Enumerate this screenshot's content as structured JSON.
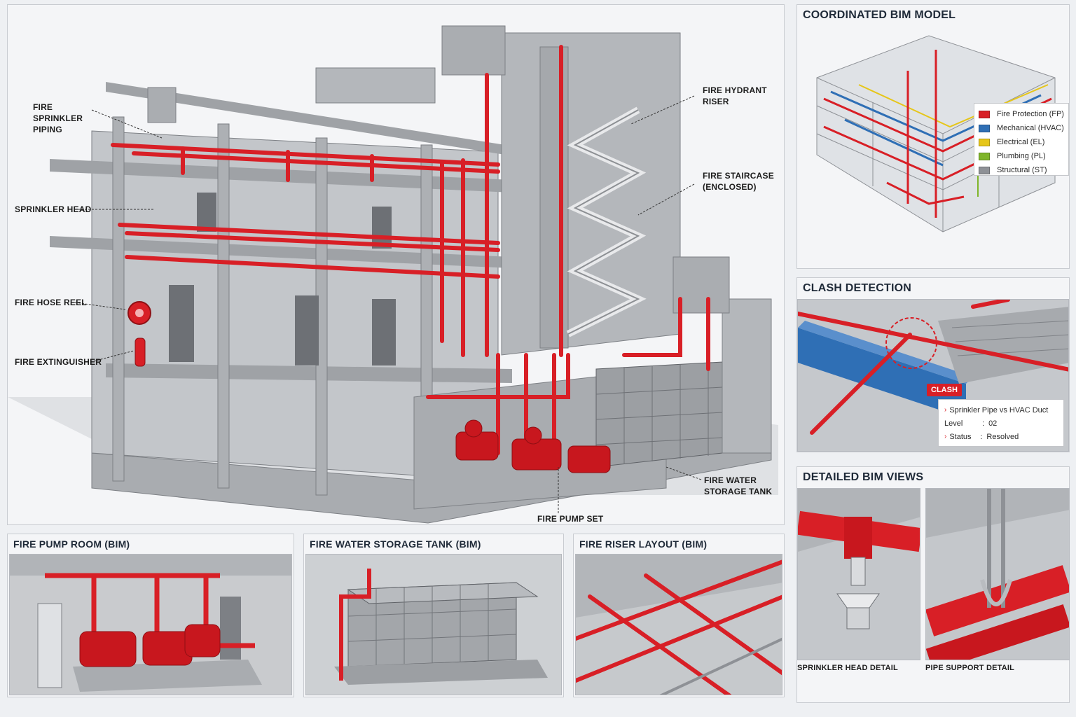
{
  "colors": {
    "fire_red": "#d81f26",
    "hvac_blue": "#2f6fb5",
    "electrical_yellow": "#e6c619",
    "plumbing_green": "#7fb52a",
    "structural_grey": "#8e9196",
    "concrete": "#b9bcc0"
  },
  "main": {
    "callouts": {
      "sprinkler_piping": "FIRE SPRINKLER PIPING",
      "sprinkler_head": "SPRINKLER HEAD",
      "hose_reel": "FIRE HOSE REEL",
      "extinguisher": "FIRE EXTINGUISHER",
      "hydrant_riser": "FIRE HYDRANT RISER",
      "staircase": "FIRE STAIRCASE (ENCLOSED)",
      "storage_tank": "FIRE WATER STORAGE TANK",
      "pump_set": "FIRE PUMP SET"
    }
  },
  "coordinated": {
    "title": "COORDINATED BIM MODEL",
    "legend": [
      {
        "label": "Fire Protection (FP)",
        "color": "#d81f26"
      },
      {
        "label": "Mechanical (HVAC)",
        "color": "#2f6fb5"
      },
      {
        "label": "Electrical (EL)",
        "color": "#e6c619"
      },
      {
        "label": "Plumbing (PL)",
        "color": "#7fb52a"
      },
      {
        "label": "Structural (ST)",
        "color": "#8e9196"
      }
    ]
  },
  "clash": {
    "title": "CLASH DETECTION",
    "badge": "CLASH",
    "description": "Sprinkler Pipe vs HVAC Duct",
    "level_label": "Level",
    "level_value": "02",
    "status_label": "Status",
    "status_value": "Resolved"
  },
  "detailed": {
    "title": "DETAILED BIM VIEWS",
    "sprinkler_caption": "SPRINKLER HEAD DETAIL",
    "support_caption": "PIPE SUPPORT DETAIL"
  },
  "bottom": {
    "pump_room": "FIRE PUMP ROOM (BIM)",
    "storage_tank": "FIRE WATER STORAGE TANK (BIM)",
    "riser_layout": "FIRE RISER LAYOUT (BIM)"
  }
}
